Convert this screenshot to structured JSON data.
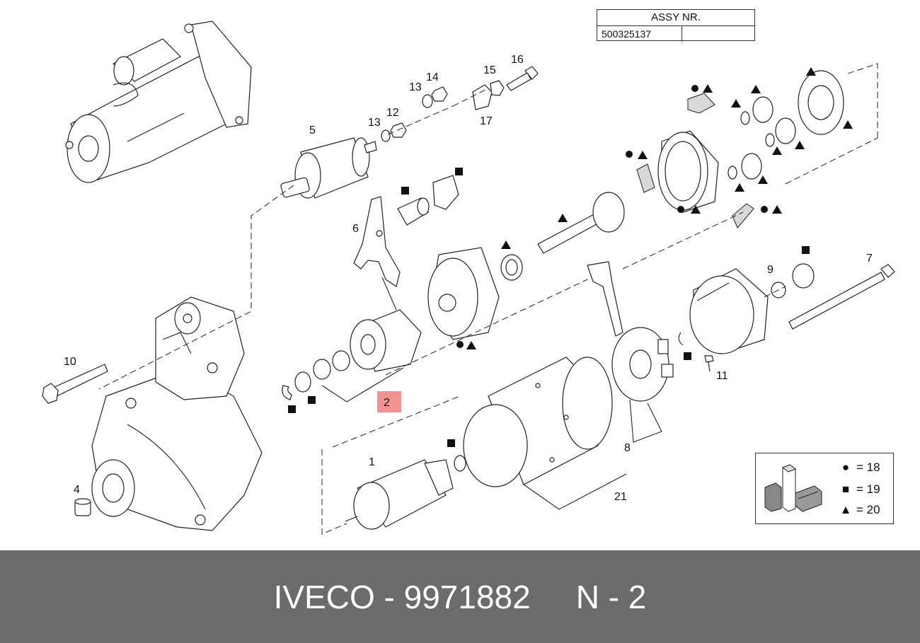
{
  "assembly": {
    "header": "ASSY NR.",
    "number": "500325137"
  },
  "callouts": [
    "1",
    "2",
    "4",
    "5",
    "6",
    "7",
    "8",
    "9",
    "10",
    "11",
    "12",
    "13",
    "13",
    "14",
    "15",
    "16",
    "17",
    "21"
  ],
  "highlighted_callout": "2",
  "legend": [
    {
      "symbol": "circle-icon",
      "glyph": "●",
      "text": "= 18"
    },
    {
      "symbol": "square-icon",
      "glyph": "■",
      "text": "= 19"
    },
    {
      "symbol": "triangle-icon",
      "glyph": "▲",
      "text": "= 20"
    }
  ],
  "footer": {
    "brand_part": "IVECO - 9971882",
    "page": "N - 2"
  },
  "colors": {
    "highlight": "#f08080",
    "footer_bg": "#6b6b6b",
    "footer_text": "#ffffff"
  }
}
